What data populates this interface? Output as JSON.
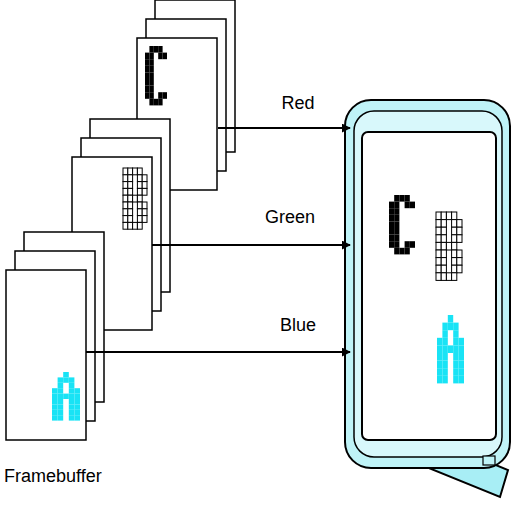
{
  "diagram": {
    "labels": [
      "Red",
      "Green",
      "Blue",
      "Framebuffer"
    ]
  }
}
